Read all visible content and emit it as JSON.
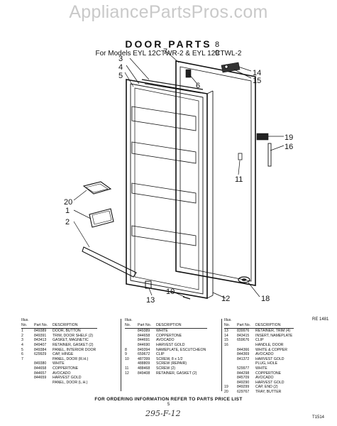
{
  "watermark": "AppliancePartsPros.com",
  "title": "DOOR PARTS",
  "subtitle": "For Models EYL 12CTWR-2 & EYL 12CTWL-2",
  "callouts": [
    "7",
    "8",
    "9",
    "3",
    "4",
    "5",
    "6",
    "14",
    "15",
    "19",
    "16",
    "11",
    "20",
    "1",
    "2",
    "13",
    "10",
    "12",
    "18"
  ],
  "diagram_ref": "RE 1481",
  "table": {
    "headers": {
      "illus": "Illus. No.",
      "part": "Part No.",
      "desc": "DESCRIPTION"
    },
    "col1": [
      [
        "1",
        "849389",
        "DOOR, BUTTON"
      ],
      [
        "2",
        "849391",
        "TRIM, DOOR SHELF (2)"
      ],
      [
        "3",
        "843413",
        "GASKET, MAGNETIC"
      ],
      [
        "4",
        "849407",
        "RETAINER, GASKET (2)"
      ],
      [
        "5",
        "849384",
        "PANEL, INTERIOR DOOR"
      ],
      [
        "6",
        "629929",
        "CAP, HINGE"
      ],
      [
        "7",
        "",
        "PANEL, DOOR (R.H.)"
      ],
      [
        "",
        "849380",
        "WHITE"
      ],
      [
        "",
        "844658",
        "COPPERTONE"
      ],
      [
        "",
        "844657",
        "AVOCADO"
      ],
      [
        "",
        "844659",
        "HARVEST GOLD"
      ],
      [
        "",
        "",
        "PANEL, DOOR (L.H.)"
      ]
    ],
    "col2": [
      [
        "",
        "849389",
        "WHITE"
      ],
      [
        "",
        "844658",
        "COPPERTONE"
      ],
      [
        "",
        "844691",
        "AVOCADO"
      ],
      [
        "",
        "844690",
        "HARVEST GOLD"
      ],
      [
        "8",
        "849394",
        "NAMEPLATE, ESCUTCHEON"
      ],
      [
        "9",
        "659672",
        "CLIP"
      ],
      [
        "10",
        "487399",
        "SCREW, 8 x 1/2"
      ],
      [
        "",
        "488809",
        "SCREW (REPAIR)"
      ],
      [
        "11",
        "488468",
        "SCREW (2)"
      ],
      [
        "12",
        "849408",
        "RETAINER, GASKET (2)"
      ]
    ],
    "col3": [
      [
        "13",
        "839976",
        "RETAINER, TRIM (4)"
      ],
      [
        "14",
        "843415",
        "INSERT, NAMEPLATE"
      ],
      [
        "15",
        "659676",
        "CLIP"
      ],
      [
        "16",
        "",
        "HANDLE, DOOR"
      ],
      [
        "",
        "844366",
        "WHITE & COPPER"
      ],
      [
        "",
        "844369",
        "AVOCADO"
      ],
      [
        "",
        "841372",
        "HARVEST GOLD"
      ],
      [
        "",
        "",
        "PLUG, HOLE"
      ],
      [
        "",
        "529977",
        "WHITE"
      ],
      [
        "",
        "844298",
        "COPPERTONE"
      ],
      [
        "",
        "845709",
        "AVOCADO"
      ],
      [
        "",
        "849290",
        "HARVEST GOLD"
      ],
      [
        "19",
        "849299",
        "CAP, END (2)"
      ],
      [
        "20",
        "629767",
        "TRAY, BUTTER"
      ]
    ]
  },
  "footer": "FOR ORDERING INFORMATION REFER TO PARTS PRICE LIST",
  "page_number": "5",
  "handwritten": "295-F-12",
  "doc_code": "T1514"
}
